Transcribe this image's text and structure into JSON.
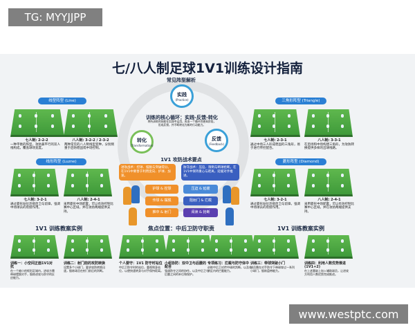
{
  "overlay_top": "TG: MYYJJPP",
  "overlay_bottom": "www.westptc.com",
  "title": "七/八人制足球1V1训练设计指南",
  "formations_heading": "常见阵型解析",
  "cycle": {
    "practice": "实践",
    "practice_en": "(Practice)",
    "feedback": "反馈",
    "feedback_en": "(Feedback)",
    "transform": "转化",
    "transform_en": "(Transformation)",
    "heading": "训练的核心循环：实践-反馈-转化",
    "text": "将所训练的技能在实践中运用，再由一个循环到更高阶段，形成反馈，并不断转化为新的行动能力。"
  },
  "line": {
    "badge": "线型阵型 (Line)",
    "c1t": "七人制: 2-2-2",
    "c1": "一种平衡的阵型，攻防兼平行的双人线构成，覆盖球场宽度。",
    "c2t": "八人制: 3-2-2 / 2-3-2",
    "c2": "两种常见的八人制线型变种，分别侧重于后防稳固或中场控制。"
  },
  "triangle": {
    "badge": "三角形阵型 (Triangle)",
    "c1t": "七人制: 2-3-1",
    "c1": "通过中场三人形成稳固的三角形，易于进行传控配合。",
    "c2t": "八人制: 3-3-1",
    "c2": "在后场和中场构建三角形，为攻防转换提供多样的出球线路。"
  },
  "luzne": {
    "badge": "线形阵型 (Luzne)",
    "c1t": "七人制: 3-2-1",
    "c1": "通过菱形站位连接后卫与前锋，强调中场球员的衔接作用。",
    "c2t": "八人制: 2-4-1",
    "c2": "采用菱形中场配置，可以有效控制比赛中心区域，并在攻防两端提供支持。"
  },
  "diamond": {
    "badge": "菱形阵型 (Diamond)",
    "c1t": "七人制: 3-2-1",
    "c1": "通过菱形站位连接后卫与前锋，强调中场球员的衔接作用。",
    "c2t": "八人制: 2-4-1",
    "c2": "采用菱形中场配置，可以有效控制比赛中心区域，并在攻防两端提供支持。"
  },
  "tactics": {
    "heading": "1V1 攻防战术要点",
    "attack": "进攻战术：控球、摆脱与突破得分。在1V1中要善于利用变向、护球、加速。",
    "defense": "防守战术：压迫、限制与断球抢断。在1V1中保持重心与距离，延缓对手推进。",
    "attack_items": [
      "护球 & 控球",
      "传球 & 摆脱",
      "推中 & 射门"
    ],
    "defense_items": [
      "压迫 & 延缓",
      "阻射门 & 拦截",
      "阅读 & 抢断"
    ]
  },
  "sections": {
    "left": "1V1 训练教案实例",
    "center": "焦点位置：中后卫防守职责",
    "right": "1V1 训练教案实例"
  },
  "drills": [
    {
      "t": "训练一：小空间正面1V1对抗",
      "d": "在一个缩小的矩形区域内，进攻方需带球摆脱对手，锻炼进攻与防守的反应能力。"
    },
    {
      "t": "训练二：射门前的攻防转换",
      "d": "设置多个小球门，要求攻防转换迅速，锻炼球员在射门前后的判断。"
    },
    {
      "t": "个人要守：1V1 防守时站位",
      "d": "中后卫防守时的站位，重视侧身站位，以便快速转身与对手保持距离。"
    },
    {
      "t": "小组协防：双中卫与后腰的配合",
      "d": "强调防守之间的协作，以及中后卫与后腰之间的补位和保护。"
    },
    {
      "t": "专项练习：拦截与防守体中",
      "d": "训练中后卫对传中球的判断，以及在禁区内的拦截能力。"
    },
    {
      "t": "训练三：带球突破小门",
      "d": "球员需在对手防守下带球穿过一系列小球门，锻炼盘带能力。"
    },
    {
      "t": "训练四：利用人数优势推进 (1V1+2)",
      "d": "在上述基础上加入辅助球员，让进攻方利用人数优势完成推进。"
    }
  ],
  "colors": {
    "badge": "#2a7fd4",
    "attack": "#f0902a",
    "defense": "#3a5fc0",
    "field": "#4fab44"
  }
}
